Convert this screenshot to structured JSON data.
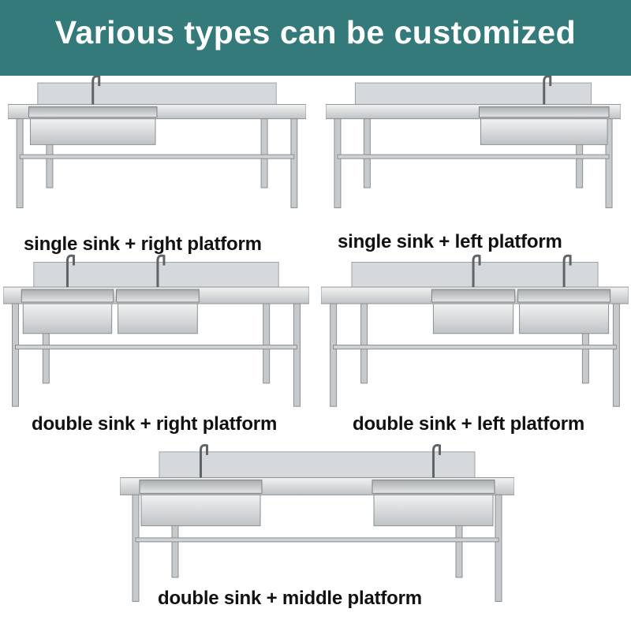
{
  "header": {
    "title": "Various types can be customized",
    "background": "#357a7b"
  },
  "products": [
    {
      "label": "single sink + right platform",
      "basins": 1,
      "platform": "right"
    },
    {
      "label": "single sink + left platform",
      "basins": 1,
      "platform": "left"
    },
    {
      "label": "double sink + right platform",
      "basins": 2,
      "platform": "right"
    },
    {
      "label": "double sink + left platform",
      "basins": 2,
      "platform": "left"
    },
    {
      "label": "double sink + middle platform",
      "basins": 2,
      "platform": "middle"
    }
  ]
}
